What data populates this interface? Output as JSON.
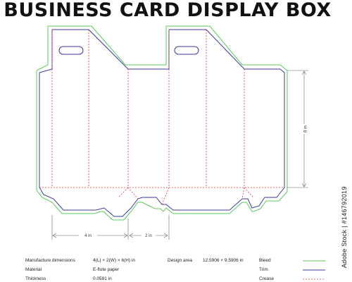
{
  "header": {
    "title": "BUSINESS CARD DISPLAY BOX"
  },
  "dimensions": {
    "length": "4 in",
    "width": "2 in",
    "height": "8 in"
  },
  "specs": {
    "manufacture_label": "Manufacture dimensions",
    "manufacture_value": "4(L) × 2(W) × 6(H) in",
    "material_label": "Material",
    "material_value": "E-flute paper",
    "thickness_label": "Thickness",
    "thickness_value": "0.0591 in",
    "design_area_label": "Design area",
    "design_area_value": "12.5906 × 9.5906 in"
  },
  "legend": {
    "bleed_label": "Bleed",
    "trim_label": "Trim",
    "crease_label": "Crease"
  },
  "colors": {
    "bleed": "#5cc85c",
    "trim": "#3a3aa0",
    "crease": "#e23b3b",
    "dimension": "#666666"
  },
  "watermark": "Adobe Stock | #146792019"
}
